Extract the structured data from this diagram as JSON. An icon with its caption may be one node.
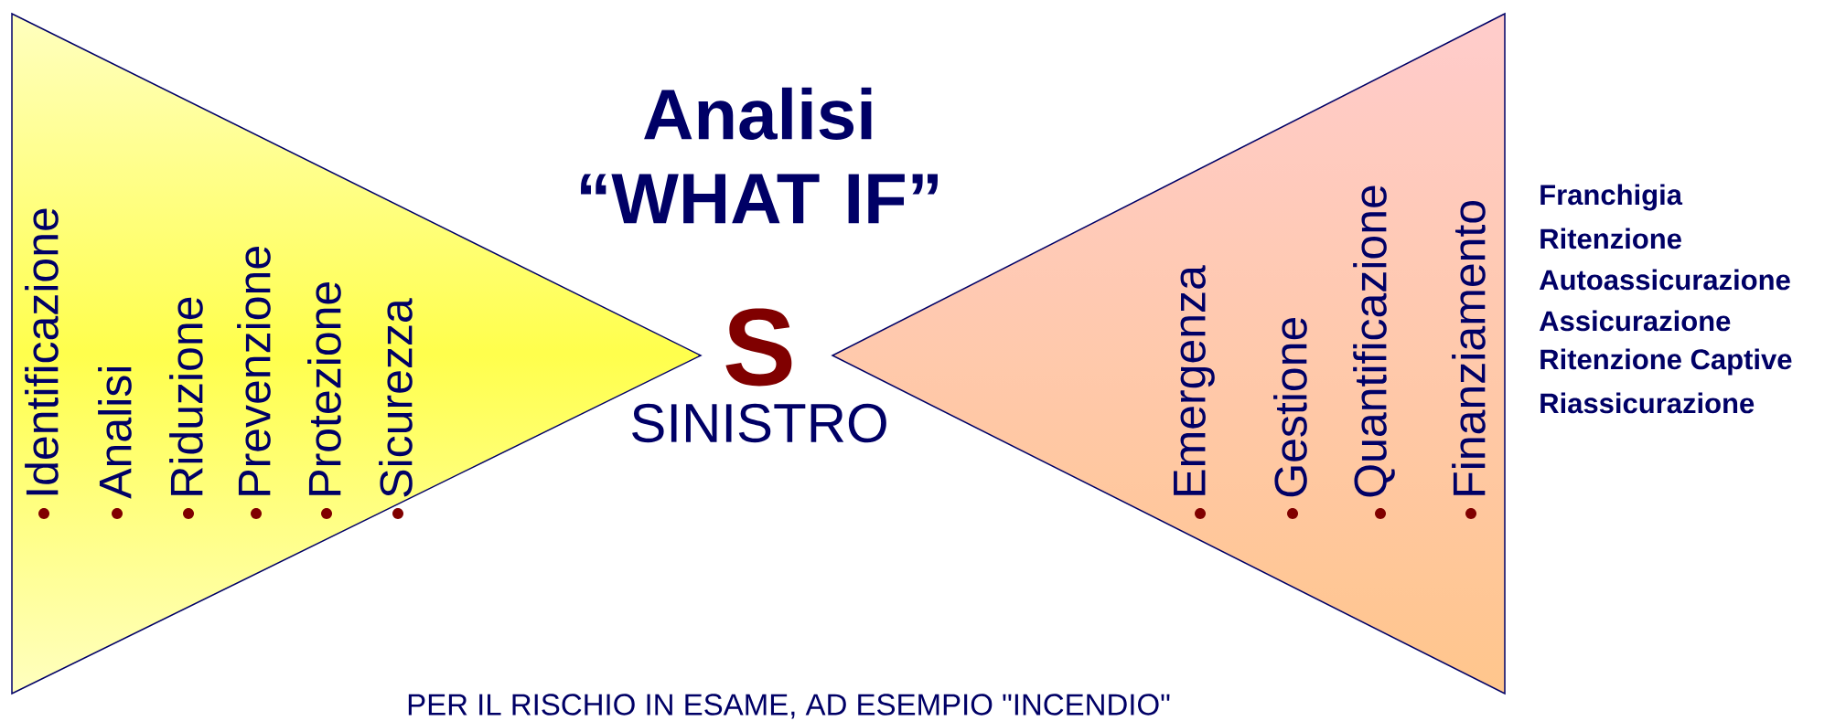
{
  "diagram": {
    "title": "Analisi “WHAT IF”",
    "caption": "PER IL RISCHIO IN ESAME, AD ESEMPIO \"INCENDIO\"",
    "nodes": [
      {
        "text": [
          "Identificazione",
          "Analisi",
          "Riduzione",
          "Prevenzione",
          "Protezione",
          "Sicurezza"
        ]
      },
      {
        "text": [
          "Emergenza",
          "Gestione",
          "Quantificazione",
          "Finanziamento"
        ]
      }
    ],
    "labels": [
      "S",
      "SINISTRO",
      "Franchigia",
      "Ritenzione",
      "Autoassicurazione",
      "Assicurazione",
      "Ritenzione Captive",
      "Riassicurazione"
    ]
  }
}
